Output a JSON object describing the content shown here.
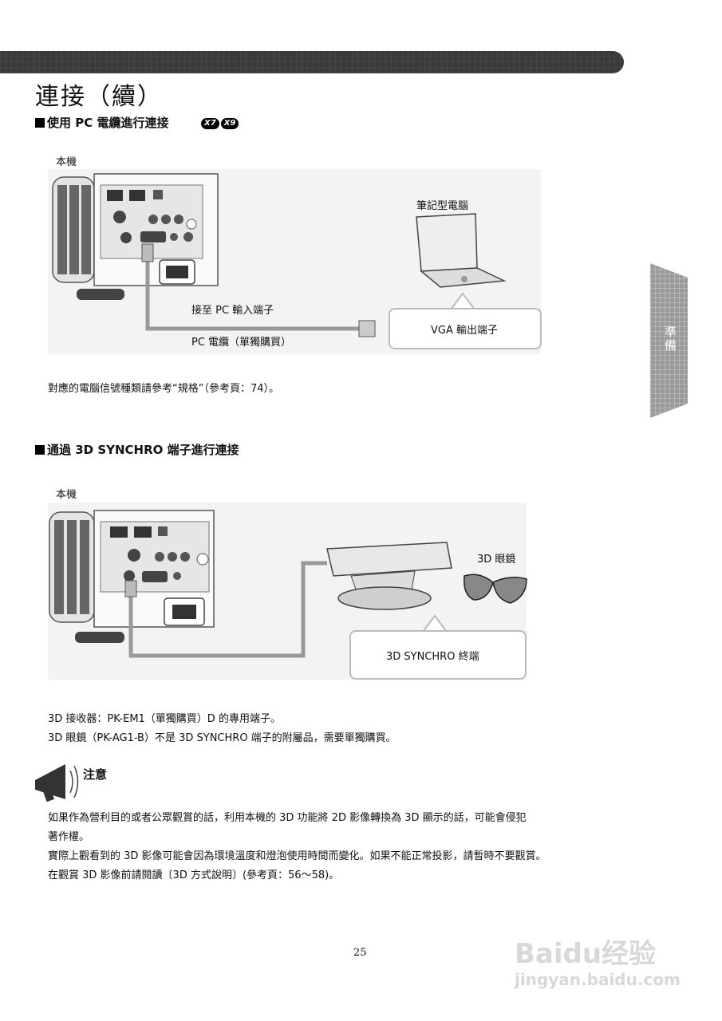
{
  "header": {
    "title": "連接（續）"
  },
  "section_pc": {
    "heading": "使用 PC 電纜進行連接",
    "badges": [
      "X7",
      "X9"
    ],
    "unit_label": "本機",
    "laptop_label": "筆記型電腦",
    "port_label": "接至 PC 輸入端子",
    "vga_label": "VGA 輸出端子",
    "cable_label": "PC 電纜（單獨購買）",
    "note": "對應的電腦信號種類請參考“規格”（參考頁：74）。"
  },
  "section_3d": {
    "heading": "通過 3D SYNCHRO 端子進行連接",
    "unit_label": "本機",
    "glasses_label": "3D 眼鏡",
    "synchro_label": "3D SYNCHRO 終端",
    "notes": [
      "3D 接收器：PK-EM1（單獨購買）D 的專用端子。",
      "3D 眼鏡（PK-AG1-B）不是 3D SYNCHRO 端子的附屬品，需要單獨購買。"
    ]
  },
  "caution": {
    "title": "注意",
    "lines": [
      "如果作為營利目的或者公眾觀賞的話，利用本機的 3D 功能將 2D 影像轉換為 3D 顯示的話，可能會侵犯",
      "著作權。",
      "實際上觀看到的 3D 影像可能會因為環境溫度和燈泡使用時間而變化。如果不能正常投影，請暫時不要觀賞。",
      "在觀賞 3D 影像前請閱讀〔3D 方式說明〕(參考頁：56～58)。"
    ]
  },
  "side_tab": {
    "label": "準備"
  },
  "footer": {
    "page_number": "25"
  },
  "watermark": {
    "brand": "Baidu经验",
    "url": "jingyan.baidu.com"
  },
  "icons": {
    "megaphone": "megaphone-icon",
    "laptop": "laptop-icon",
    "glasses": "3d-glasses-icon",
    "emitter": "3d-emitter-icon",
    "projector": "projector-rear-panel-icon",
    "vga_port": "vga-port-icon"
  }
}
